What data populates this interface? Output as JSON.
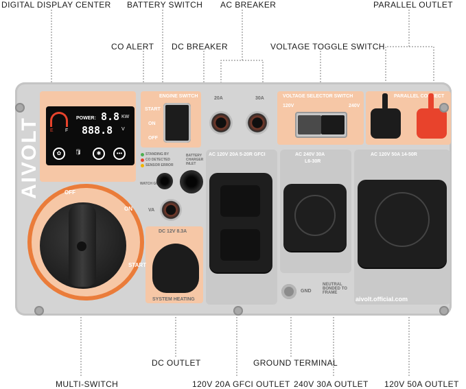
{
  "callouts": {
    "digital_display_center": "DIGITAL DISPLAY CENTER",
    "battery_switch": "BATTERY SWITCH",
    "ac_breaker": "AC BREAKER",
    "parallel_outlet": "PARALLEL OUTLET",
    "co_alert": "CO ALERT",
    "dc_breaker": "DC BREAKER",
    "voltage_toggle_switch": "VOLTAGE TOGGLE SWITCH",
    "dc_outlet": "DC OUTLET",
    "ground_terminal": "GROUND TERMINAL",
    "multi_switch": "MULTI-SWITCH",
    "outlet_120v_20a": "120V 20A GFCI OUTLET",
    "outlet_240v_30a": "240V 30A OUTLET",
    "outlet_120v_50a": "120V 50A OUTLET"
  },
  "panel": {
    "brand": "AIVOLT",
    "engine_switch": "ENGINE SWITCH",
    "start": "START",
    "on": "ON",
    "off": "OFF",
    "breaker_20a": "20A",
    "breaker_30a": "30A",
    "voltage_selector": "VOLTAGE SELECTOR SWITCH",
    "v120": "120V",
    "v240": "240V",
    "parallel_connect": "PARALLEL CONNECT",
    "standing_by": "STANDING BY",
    "co_detected": "CO DETECTED",
    "sensor_error": "SENSOR ERROR",
    "battery_charger_inlet": "BATTERY CHARGER INLET",
    "watch_guard": "WATCH GUARD",
    "va": "VA",
    "dc_12v": "DC 12V 8.3A",
    "ac_120v_20a": "AC 120V 20A 5-20R GFCI",
    "ac_240v_30a_line1": "AC 240V 30A",
    "ac_240v_30a_line2": "L6-30R",
    "ac_120v_50a": "AC 120V 50A 14-50R",
    "gnd": "GND",
    "neutral_bonded": "NEUTRAL BONDED TO FRAME",
    "website": "aivolt.official.com",
    "system_heating": "SYSTEM HEATING",
    "knob_off": "OFF",
    "knob_on": "ON",
    "knob_start": "START"
  },
  "display": {
    "power_label": "POWER:",
    "power_value": "8.8",
    "power_unit": "KW",
    "volt_value": "888.8",
    "volt_unit": "V",
    "fuel_e": "E",
    "fuel_f": "F"
  },
  "colors": {
    "accent_orange": "#ea7c3a",
    "peach": "#f6c7a6",
    "panel_grey": "#d4d4d4",
    "parallel_red": "#e8432c"
  }
}
